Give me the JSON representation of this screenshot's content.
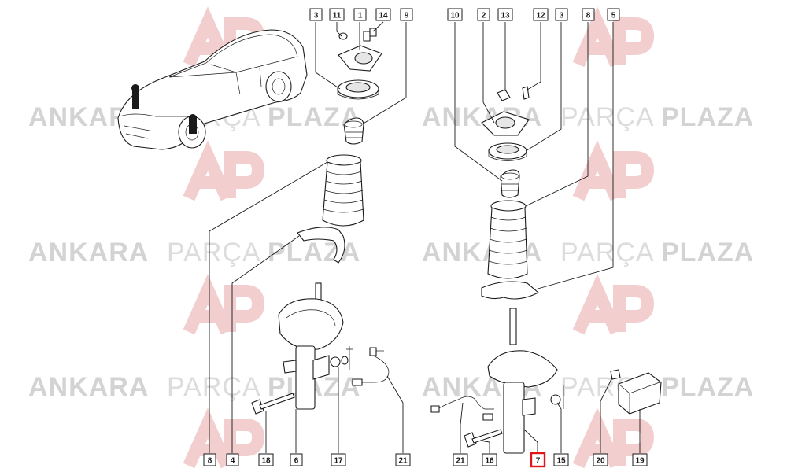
{
  "watermark": {
    "brand_bold": "ANKARA",
    "brand_light": "PARÇA",
    "brand_bold2": "PLAZA",
    "logo_mark_color": "#f2c9c9"
  },
  "highlight_color": "#e0141b",
  "callouts": [
    {
      "label": "3",
      "highlighted": false
    },
    {
      "label": "11",
      "highlighted": false
    },
    {
      "label": "1",
      "highlighted": false
    },
    {
      "label": "14",
      "highlighted": false
    },
    {
      "label": "9",
      "highlighted": false
    },
    {
      "label": "10",
      "highlighted": false
    },
    {
      "label": "2",
      "highlighted": false
    },
    {
      "label": "13",
      "highlighted": false
    },
    {
      "label": "12",
      "highlighted": false
    },
    {
      "label": "3",
      "highlighted": false
    },
    {
      "label": "8",
      "highlighted": false
    },
    {
      "label": "5",
      "highlighted": false
    },
    {
      "label": "8",
      "highlighted": false
    },
    {
      "label": "4",
      "highlighted": false
    },
    {
      "label": "18",
      "highlighted": false
    },
    {
      "label": "6",
      "highlighted": false
    },
    {
      "label": "17",
      "highlighted": false
    },
    {
      "label": "21",
      "highlighted": false
    },
    {
      "label": "21",
      "highlighted": false
    },
    {
      "label": "16",
      "highlighted": false
    },
    {
      "label": "7",
      "highlighted": true
    },
    {
      "label": "15",
      "highlighted": false
    },
    {
      "label": "20",
      "highlighted": false
    },
    {
      "label": "19",
      "highlighted": false
    }
  ]
}
